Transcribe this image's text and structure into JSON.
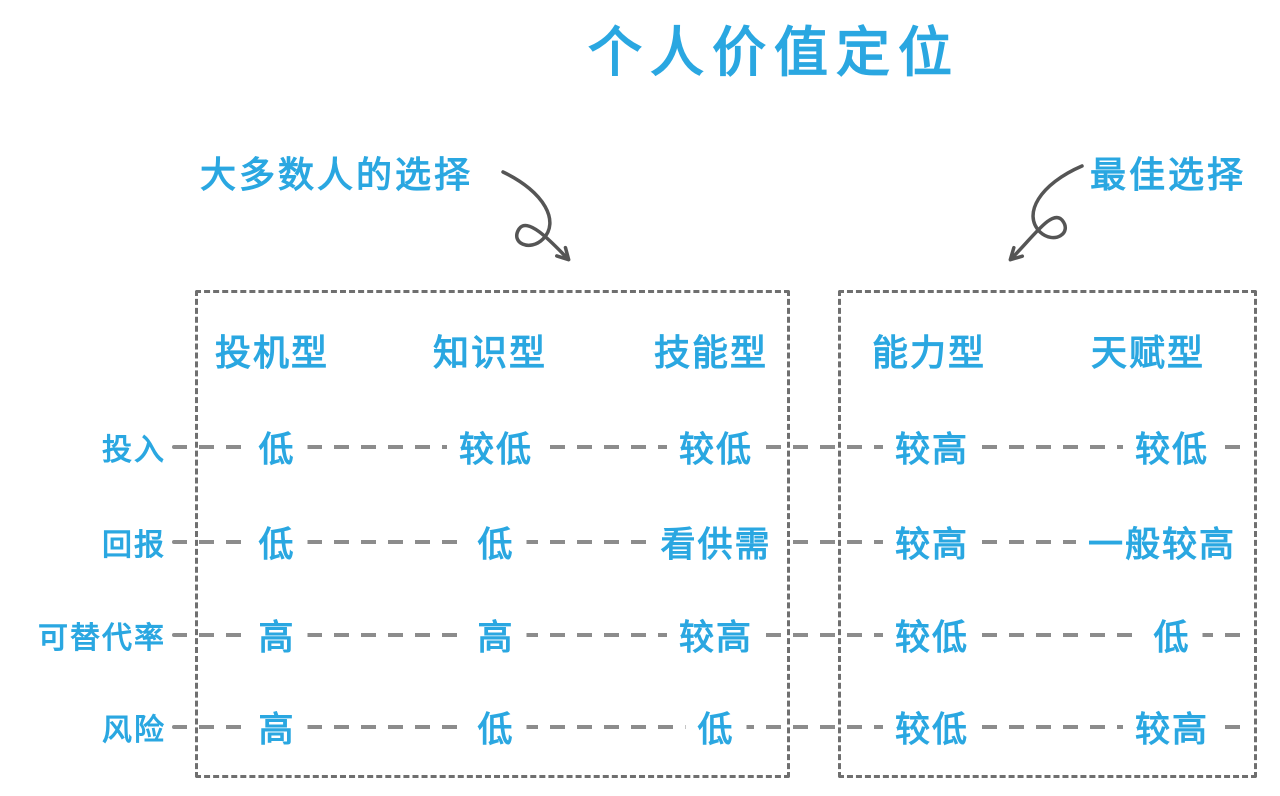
{
  "title": "个人价值定位",
  "annotations": {
    "most_people": "大多数人的选择",
    "best_choice": "最佳选择"
  },
  "groups": {
    "left_box_label": "大多数人的选择",
    "right_box_label": "最佳选择"
  },
  "table": {
    "columns": [
      "投机型",
      "知识型",
      "技能型",
      "能力型",
      "天赋型"
    ],
    "rows": [
      {
        "label": "投入",
        "values": [
          "低",
          "较低",
          "较低",
          "较高",
          "较低"
        ]
      },
      {
        "label": "回报",
        "values": [
          "低",
          "低",
          "看供需",
          "较高",
          "一般较高"
        ]
      },
      {
        "label": "可替代率",
        "values": [
          "高",
          "高",
          "较高",
          "较低",
          "低"
        ]
      },
      {
        "label": "风险",
        "values": [
          "高",
          "低",
          "低",
          "较低",
          "较高"
        ]
      }
    ]
  },
  "colors": {
    "accent": "#2aa7e1",
    "arrow_ink": "#555555",
    "dash_gray": "#8c8c8c",
    "border_gray": "#6f6f6f"
  }
}
